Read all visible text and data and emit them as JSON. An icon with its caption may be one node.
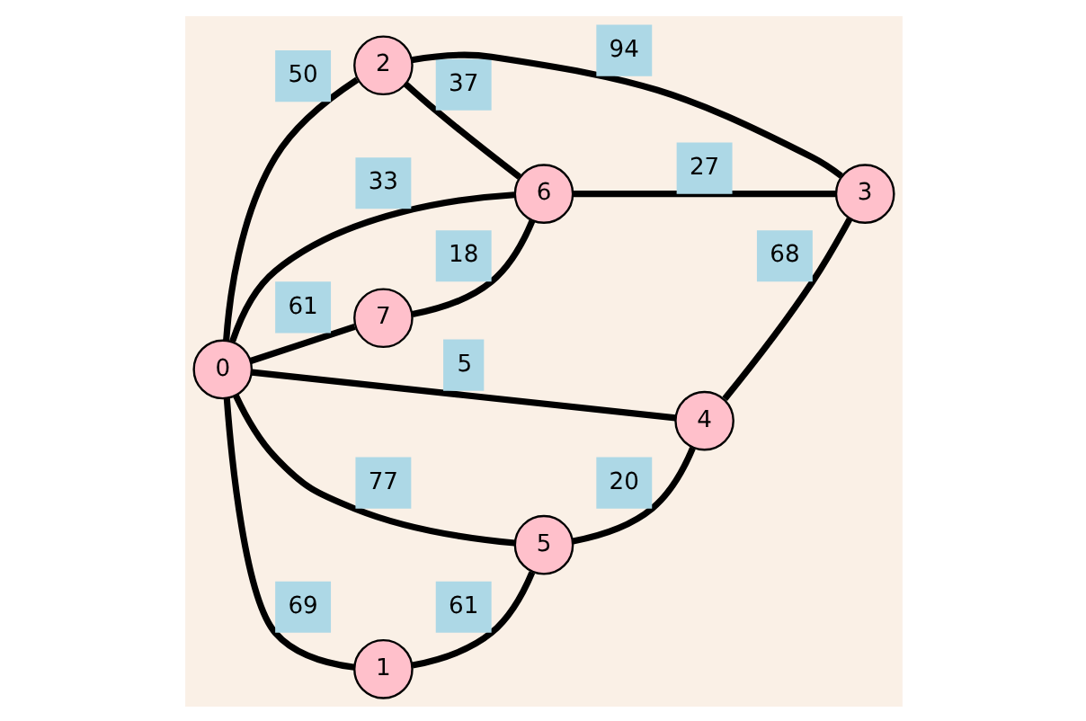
{
  "diagram": {
    "nodes": [
      {
        "text": [
          "0"
        ]
      },
      {
        "text": [
          "1"
        ]
      },
      {
        "text": [
          "2"
        ]
      },
      {
        "text": [
          "3"
        ]
      },
      {
        "text": [
          "4"
        ]
      },
      {
        "text": [
          "5"
        ]
      },
      {
        "text": [
          "6"
        ]
      },
      {
        "text": [
          "7"
        ]
      }
    ],
    "edges": [
      {
        "from": 0,
        "to": 7,
        "arrow": "none",
        "label": "61"
      },
      {
        "from": 7,
        "to": 6,
        "arrow": "none",
        "label": "18"
      },
      {
        "from": 0,
        "to": 6,
        "arrow": "none",
        "label": "33"
      },
      {
        "from": 2,
        "to": 6,
        "arrow": "none",
        "label": "37"
      },
      {
        "from": 6,
        "to": 3,
        "arrow": "none",
        "label": "27"
      },
      {
        "from": 0,
        "to": 2,
        "arrow": "none",
        "label": "50"
      },
      {
        "from": 2,
        "to": 3,
        "arrow": "none",
        "label": "94"
      },
      {
        "from": 0,
        "to": 1,
        "arrow": "none",
        "label": "69"
      },
      {
        "from": 0,
        "to": 5,
        "arrow": "none",
        "label": "77"
      },
      {
        "from": 0,
        "to": 4,
        "arrow": "none",
        "label": "5"
      },
      {
        "from": 1,
        "to": 5,
        "arrow": "none",
        "label": "61"
      },
      {
        "from": 5,
        "to": 4,
        "arrow": "none",
        "label": "20"
      },
      {
        "from": 4,
        "to": 3,
        "arrow": "none",
        "label": "68"
      }
    ]
  }
}
